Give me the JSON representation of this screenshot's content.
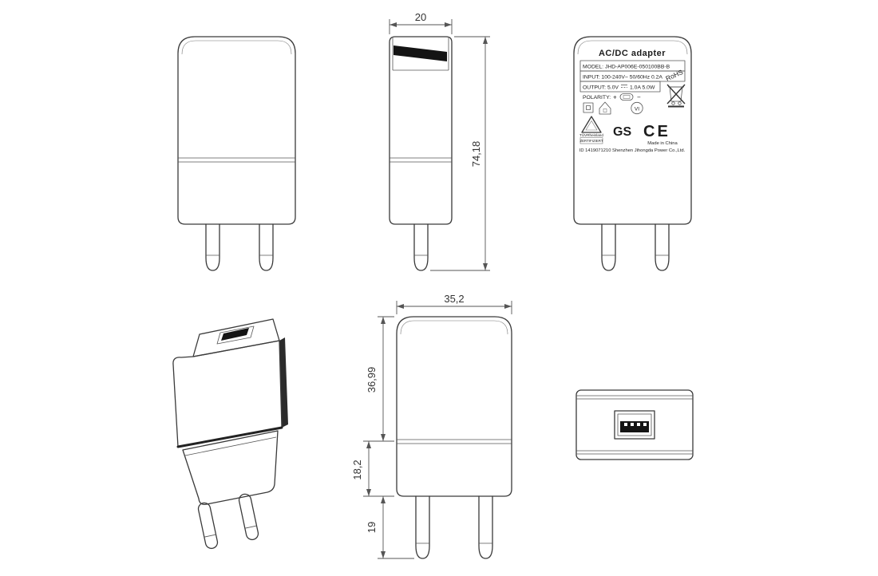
{
  "label": {
    "title": "AC/DC  adapter",
    "model": "MODEL: JHD-AP006E-050100BB-B",
    "input": "INPUT: 100-240V~ 50/60Hz  0.2A",
    "output_left": "OUTPUT: 5.0V",
    "output_right": "1.0A 5.0W",
    "polarity": "POLARITY:",
    "plus": "+",
    "minus": "−",
    "rohs": "RoHS",
    "vi": "VI",
    "gs": "GS",
    "ce": "CE",
    "tuv_line1": "TÜVRheinland",
    "tuv_line2": "ZERTIFIZIERT",
    "made_in": "Made in China",
    "footer": "ID 1419071210 Shenzhen Jihongda Power Co.,Ltd."
  },
  "dims": {
    "depth": "20",
    "total_height": "74,18",
    "width": "35,2",
    "upper_height": "36,99",
    "lower_height": "18,2",
    "pin_length": "19"
  },
  "icons": {
    "weee": "crossed-out-wheelie-bin",
    "class_ii": "double-square",
    "indoor_use": "house",
    "efficiency_vi": "circle-VI",
    "usb_polarity": "usb-connector-capsule",
    "tuv_mark": "rounded-triangle",
    "dc_symbol": "solid-over-dashed-line"
  }
}
